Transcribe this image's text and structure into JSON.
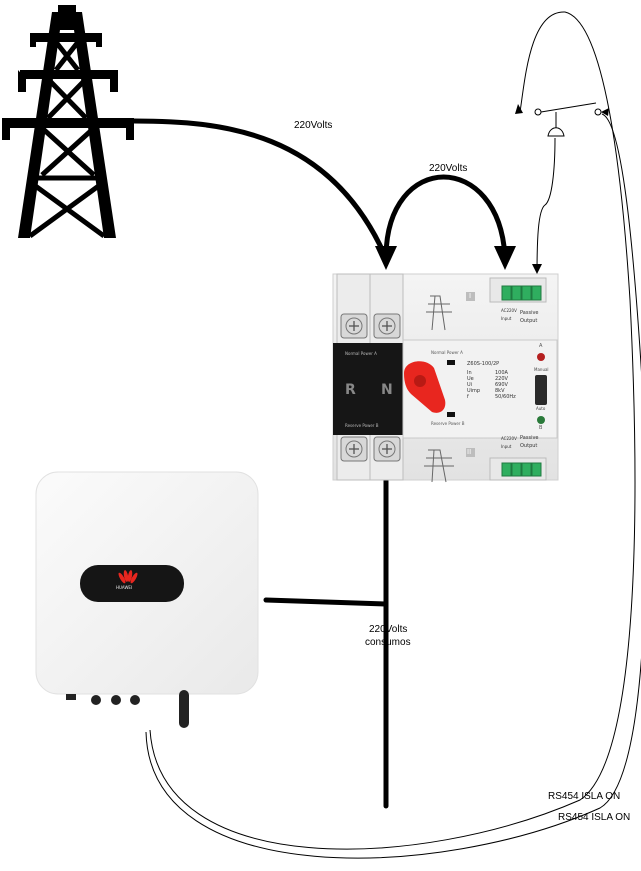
{
  "labels": {
    "grid_voltage": "220Volts",
    "bridge_voltage": "220Volts",
    "consumption_voltage": "220Volts",
    "consumption_word": "consumos",
    "rs_label_1": "RS454  ISLA ON",
    "rs_label_2": "RS454  ISLA ON"
  },
  "ats": {
    "model": "Z60S-100/2P",
    "normal_power": "Normal Power A",
    "reserve_power": "Reserve Power B",
    "terminal_r": "R",
    "terminal_n": "N",
    "spec_keys": [
      "In",
      "Ue",
      "Ui",
      "Uimp",
      "f"
    ],
    "spec_values": [
      "100A",
      "220V",
      "690V",
      "8kV",
      "50/60Hz"
    ],
    "top_block_label": "Passive Output",
    "top_block_left": "AC220V Input",
    "bottom_block_label": "Passive Output",
    "bottom_block_left": "AC220V Input",
    "side_label_a": "A",
    "side_label_b": "B",
    "switch_manual": "Manual",
    "switch_auto": "Auto",
    "roman_top": "I",
    "roman_bottom": "II"
  },
  "inverter": {
    "brand": "HUAWEI"
  },
  "colors": {
    "line": "#000000",
    "handle": "#e8261f",
    "terminal_green": "#2fae5f",
    "led_red": "#b52020",
    "led_green": "#2a7a3a"
  }
}
